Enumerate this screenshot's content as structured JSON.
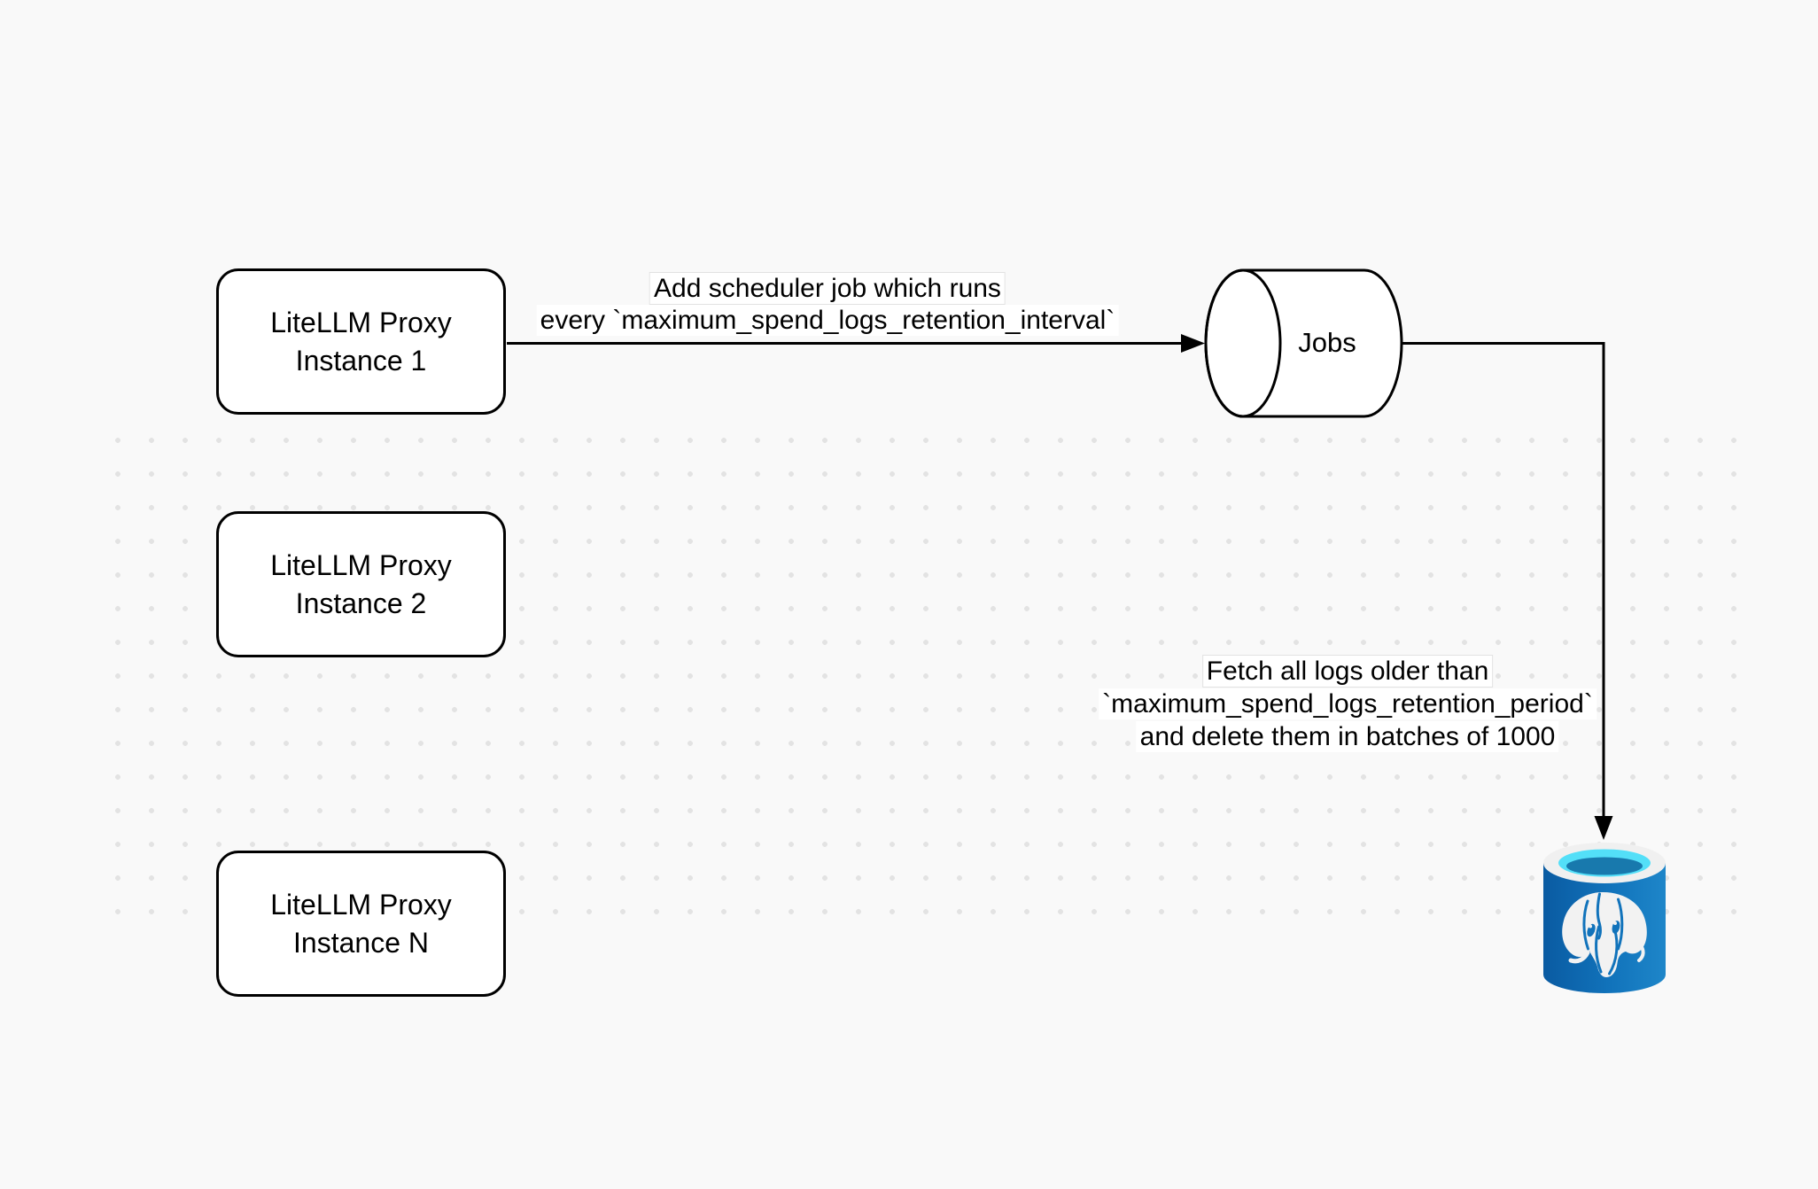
{
  "nodes": {
    "instance1": {
      "line1": "LiteLLM Proxy",
      "line2": "Instance 1"
    },
    "instance2": {
      "line1": "LiteLLM Proxy",
      "line2": "Instance 2"
    },
    "instanceN": {
      "line1": "LiteLLM Proxy",
      "line2": "Instance N"
    },
    "jobs": {
      "label": "Jobs"
    }
  },
  "edges": {
    "scheduler": {
      "line1": "Add scheduler job which runs",
      "line2": "every `maximum_spend_logs_retention_interval`"
    },
    "fetch": {
      "line1": "Fetch all logs older than",
      "line2": "`maximum_spend_logs_retention_period`",
      "line3": "and delete them in batches of 1000"
    }
  },
  "icons": {
    "postgres": "postgres-database-icon",
    "jobs_shape": "jobs-cylinder"
  },
  "colors": {
    "page_bg": "#f9f9f9",
    "stroke": "#000000",
    "node_fill": "#ffffff",
    "dot": "#e3e3e3",
    "label_bg": "#ffffff",
    "pg_body": "#1173bb",
    "pg_body_dark": "#0a5ba2",
    "pg_body_light": "#1e86c9",
    "pg_rim": "#f0f0f0",
    "pg_water": "#53dff8",
    "pg_water_dark": "#1879ad",
    "pg_elephant": "#f2f2f2"
  }
}
